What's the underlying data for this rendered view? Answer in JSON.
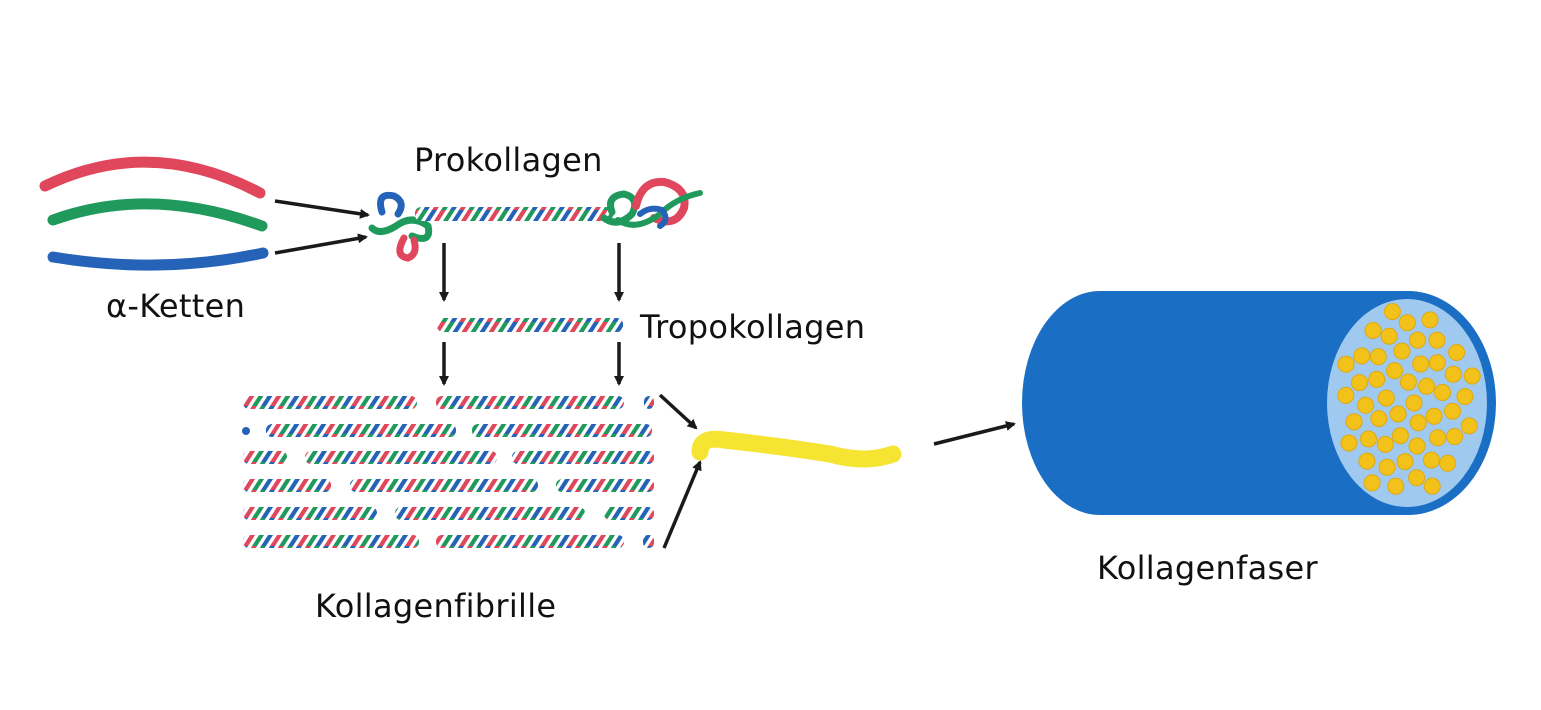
{
  "labels": {
    "alpha_chains": "α-Ketten",
    "procollagen": "Prokollagen",
    "tropocollagen": "Tropokollagen",
    "fibril": "Kollagenfibrille",
    "fiber": "Kollagenfaser"
  },
  "colors": {
    "chain_red": "#e0475c",
    "chain_green": "#1f9a5c",
    "chain_blue": "#2563b8",
    "fibril_yellow": "#f5e432",
    "fiber_body": "#1a6fc4",
    "fiber_face": "#9fc9ee",
    "dot": "#f2c21b",
    "arrow": "#1a1a1a"
  },
  "fiber": {
    "dot_count": 50
  }
}
